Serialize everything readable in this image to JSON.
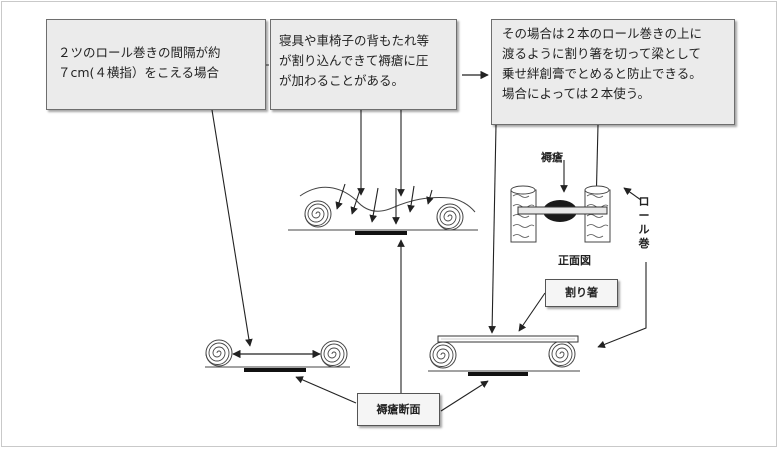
{
  "boxes": {
    "box1": {
      "lines": [
        "２ツのロール巻きの間隔が約",
        "７cm(４横指）をこえる場合"
      ]
    },
    "box2": {
      "lines": [
        "寝具や車椅子の背もたれ等",
        "が割り込んできて褥瘡に圧",
        "が加わることがある。"
      ]
    },
    "box3": {
      "lines": [
        "その場合は２本のロール巻きの上に",
        "渡るように割り箸を切って梁として",
        "乗せ絆創膏でとめると防止できる。",
        "場合によっては２本使う。"
      ]
    }
  },
  "labels": {
    "jokuso": "褥瘡",
    "front_view": "正面図",
    "roll": "ロール巻",
    "waribashi": "割り箸",
    "section": "褥瘡断面"
  },
  "colors": {
    "box_fill": "#ebebeb",
    "box_border": "#6e6e6e",
    "line": "#333333"
  }
}
